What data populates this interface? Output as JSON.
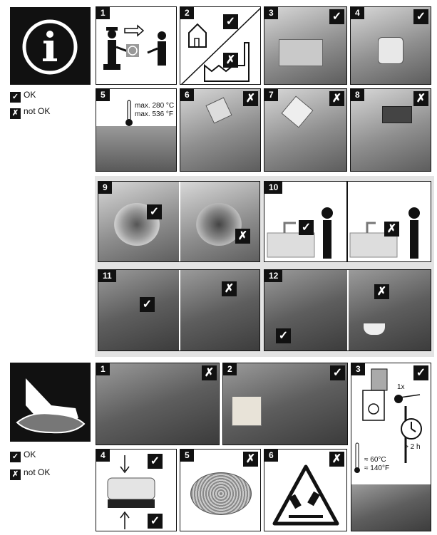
{
  "legend_top": {
    "ok_label": "OK",
    "notok_label": "not OK"
  },
  "legend_bottom": {
    "ok_label": "OK",
    "notok_label": "not OK"
  },
  "marks": {
    "ok": "✓",
    "notok": "✗"
  },
  "top_steps": [
    "1",
    "2",
    "3",
    "4",
    "5",
    "6",
    "7",
    "8"
  ],
  "step5_temp": {
    "line1": "max. 280 °C",
    "line2": "max. 536 °F"
  },
  "mid_steps": [
    "9",
    "10",
    "11",
    "12"
  ],
  "bottom_steps": [
    "1",
    "2",
    "3",
    "4",
    "5",
    "6"
  ],
  "step3_care": {
    "count": "1x",
    "duration": "> 2 h",
    "temp1": "≈ 60°C",
    "temp2": "≈ 140°F"
  },
  "colors": {
    "ink": "#111111",
    "panel_gray": "#e3e3e3"
  },
  "icons": {
    "info": "info-icon",
    "wipe": "wiping-cloth-icon",
    "warning": "corrosive-warning-icon"
  }
}
